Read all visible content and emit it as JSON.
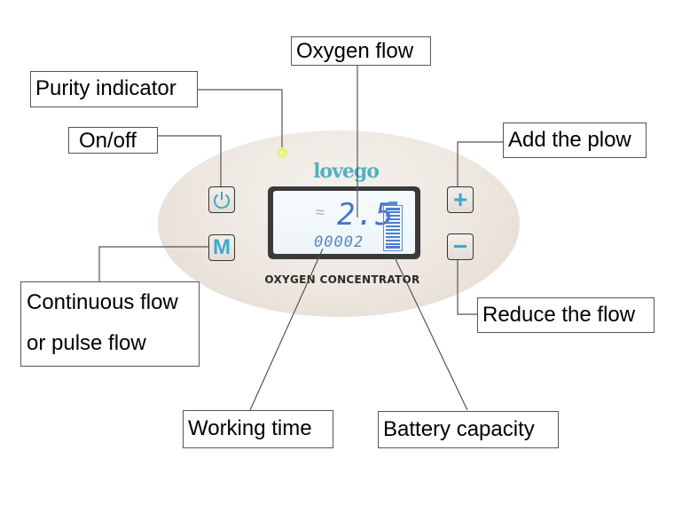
{
  "diagram": {
    "callouts": {
      "oxygen_flow": "Oxygen flow",
      "purity_indicator": "Purity indicator",
      "on_off": "On/off",
      "add_flow": "Add the plow",
      "continuous_flow_line1": "Continuous flow",
      "continuous_flow_line2": "or pulse flow",
      "reduce_flow": "Reduce the flow",
      "working_time": "Working time",
      "battery_capacity": "Battery capacity"
    },
    "panel": {
      "brand": "lovego",
      "product_label": "OXYGEN CONCENTRATOR",
      "display": {
        "flow_icon": "≈",
        "flow_value": "2.5",
        "working_time": "00002",
        "battery_level_bars": 12,
        "battery_max_bars": 12
      },
      "buttons": {
        "power_icon": "power-icon",
        "mode_label": "M",
        "plus_label": "+",
        "minus_label": "−"
      },
      "colors": {
        "accent": "#3fa8cc",
        "lcd_digits": "#4677c4",
        "indicator_led": "#e4f46a"
      }
    }
  }
}
